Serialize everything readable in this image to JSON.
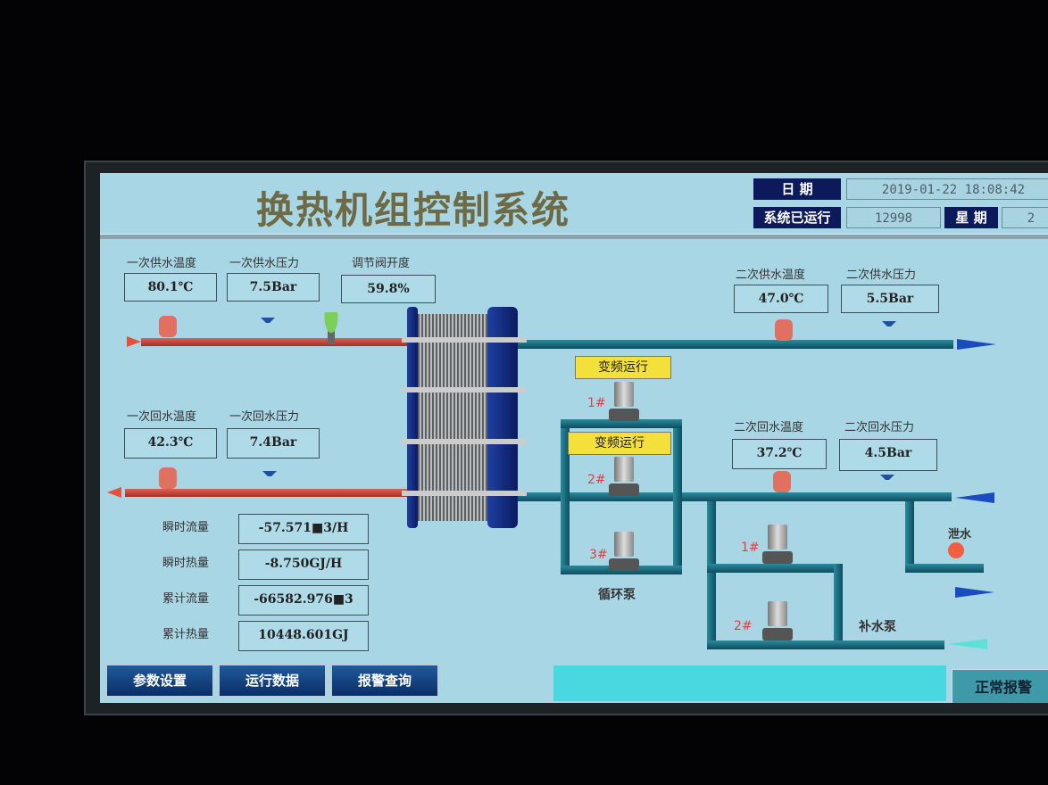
{
  "header": {
    "title": "换热机组控制系统",
    "date_label": "日 期",
    "datetime": "2019-01-22 18:08:42",
    "runtime_label": "系统已运行",
    "runtime": "12998",
    "weekday_label": "星 期",
    "weekday": "2"
  },
  "primary": {
    "supply_temp_label": "一次供水温度",
    "supply_temp": "80.1℃",
    "supply_pressure_label": "一次供水压力",
    "supply_pressure": "7.5Bar",
    "valve_label": "调节阀开度",
    "valve_opening": "59.8%",
    "return_temp_label": "一次回水温度",
    "return_temp": "42.3℃",
    "return_pressure_label": "一次回水压力",
    "return_pressure": "7.4Bar"
  },
  "secondary": {
    "supply_temp_label": "二次供水温度",
    "supply_temp": "47.0℃",
    "supply_pressure_label": "二次供水压力",
    "supply_pressure": "5.5Bar",
    "return_temp_label": "二次回水温度",
    "return_temp": "37.2℃",
    "return_pressure_label": "二次回水压力",
    "return_pressure": "4.5Bar"
  },
  "metering": [
    {
      "label": "瞬时流量",
      "value": "-57.571■3/H"
    },
    {
      "label": "瞬时热量",
      "value": "-8.750GJ/H"
    },
    {
      "label": "累计流量",
      "value": "-66582.976■3"
    },
    {
      "label": "累计热量",
      "value": "10448.601GJ"
    }
  ],
  "pumps": {
    "circ_label": "循环泵",
    "makeup_label": "补水泵",
    "drain_label": "泄水",
    "vfd_status": [
      "变频运行",
      "变频运行"
    ],
    "circ_numbers": [
      "1#",
      "2#",
      "3#"
    ],
    "makeup_numbers": [
      "1#",
      "2#"
    ]
  },
  "buttons": {
    "params": "参数设置",
    "run_data": "运行数据",
    "alarm_query": "报警查询",
    "alarm_status": "正常报警"
  },
  "colors": {
    "navy": "#0c1a5c",
    "vfd": "#f4e03a",
    "alarm_bar": "#49d8e0"
  }
}
